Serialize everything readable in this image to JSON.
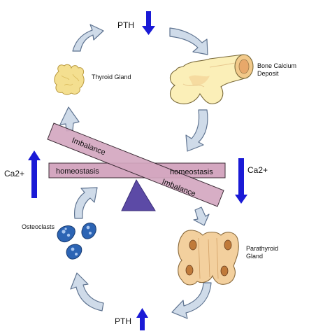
{
  "labels": {
    "pth_top": "PTH",
    "pth_bottom": "PTH",
    "thyroid": "Thyroid Gland",
    "bone_line1": "Bone Calcium",
    "bone_line2": "Deposit",
    "parathyroid_line1": "Parathyroid",
    "parathyroid_line2": "Gland",
    "osteoclasts": "Osteoclasts",
    "ca_left": "Ca2+",
    "ca_right": "Ca2+",
    "homeostasis_left": "homeostasis",
    "homeostasis_right": "homeostasis",
    "imbalance_top": "Imbalance",
    "imbalance_bottom": "Imbalance"
  },
  "colors": {
    "hormone_arrow": "#1a1ad6",
    "cycle_arrow_fill": "#cfdbe9",
    "cycle_arrow_stroke": "#5e7390",
    "beam_fill": "#d4a7c0",
    "fulcrum": "#5c4aa6",
    "thyroid": "#f4df90",
    "bone": "#fbefb8",
    "parathyroid": "#f3d09e",
    "osteoclast": "#2c64b4"
  }
}
